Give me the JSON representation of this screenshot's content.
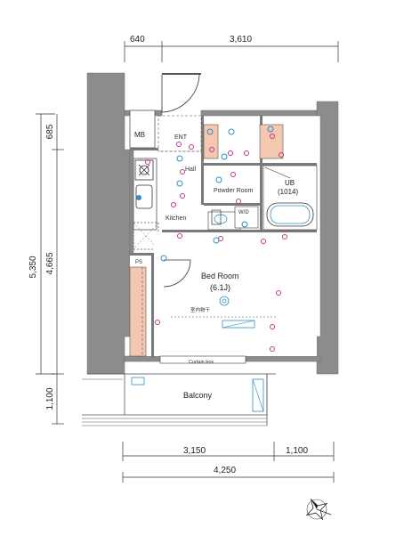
{
  "dimensions": {
    "top_left": "640",
    "top_right": "3,610",
    "left_685": "685",
    "left_5350": "5,350",
    "left_4665": "4,665",
    "left_1100": "1,100",
    "bottom_3150": "3,150",
    "bottom_1100": "1,100",
    "bottom_4250": "4,250"
  },
  "rooms": {
    "mb": "MB",
    "ent": "ENT",
    "hall": "Hall",
    "powder": "Powder Room",
    "ub": "UB",
    "ub_size": "(1014)",
    "kitchen": "Kitchen",
    "wd": "W/D",
    "ps": "PS",
    "bedroom": "Bed Room",
    "bedroom_size": "(6.1J)",
    "curtain": "Curtain box",
    "balcony": "Balcony",
    "remote": "室内物干"
  },
  "colors": {
    "wall": "#8c8c8c",
    "closet": "#f4c8b0",
    "outlet": "#c0398f",
    "fixture": "#2d8fc9"
  },
  "icons": [
    "compass-icon"
  ]
}
